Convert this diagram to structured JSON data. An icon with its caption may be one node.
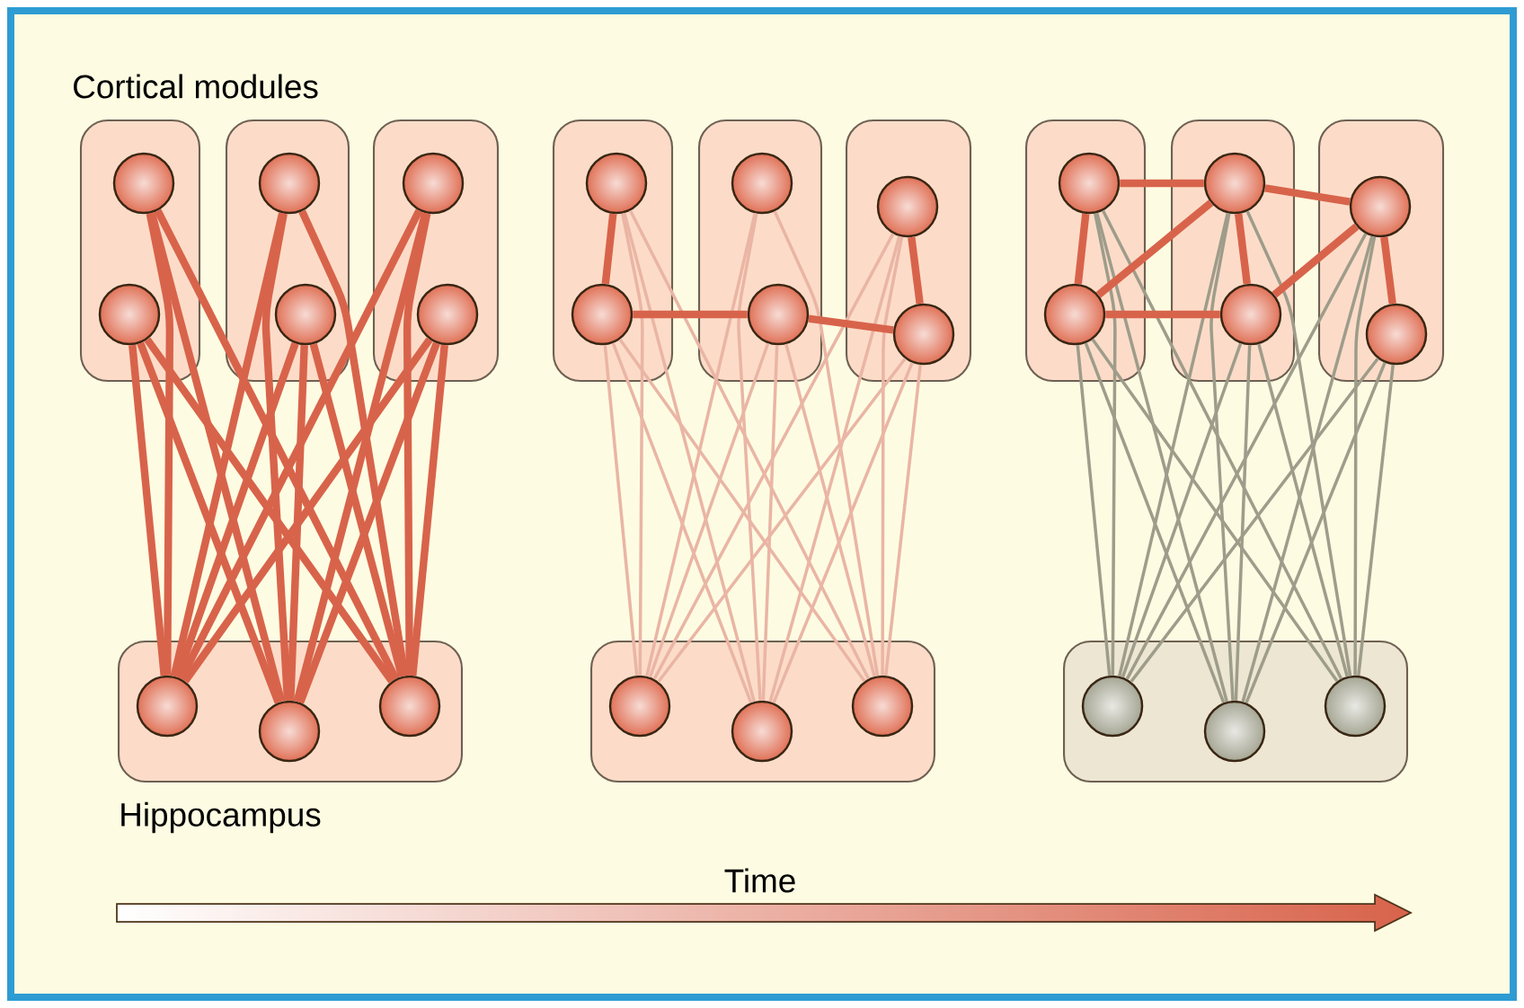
{
  "diagram": {
    "nodes": [
      {
        "text": [],
        "shape": "box"
      },
      {
        "text": [],
        "shape": "circle",
        "in": 0
      },
      {
        "text": [],
        "shape": "circle",
        "in": 0
      },
      {
        "text": [],
        "shape": "box"
      },
      {
        "text": [],
        "shape": "circle",
        "in": 3
      },
      {
        "text": [],
        "shape": "circle",
        "in": 3
      },
      {
        "text": [],
        "shape": "box"
      },
      {
        "text": [],
        "shape": "circle",
        "in": 6
      },
      {
        "text": [],
        "shape": "circle",
        "in": 6
      },
      {
        "text": [],
        "shape": "box"
      },
      {
        "text": [],
        "shape": "circle",
        "in": 9
      },
      {
        "text": [],
        "shape": "circle",
        "in": 9
      },
      {
        "text": [],
        "shape": "circle",
        "in": 9
      },
      {
        "text": [],
        "shape": "box"
      },
      {
        "text": [],
        "shape": "circle",
        "in": 13
      },
      {
        "text": [],
        "shape": "circle",
        "in": 13
      },
      {
        "text": [],
        "shape": "box"
      },
      {
        "text": [],
        "shape": "circle",
        "in": 16
      },
      {
        "text": [],
        "shape": "circle",
        "in": 16
      },
      {
        "text": [],
        "shape": "box"
      },
      {
        "text": [],
        "shape": "circle",
        "in": 19
      },
      {
        "text": [],
        "shape": "circle",
        "in": 19
      },
      {
        "text": [],
        "shape": "box"
      },
      {
        "text": [],
        "shape": "circle",
        "in": 22
      },
      {
        "text": [],
        "shape": "circle",
        "in": 22
      },
      {
        "text": [],
        "shape": "circle",
        "in": 22
      },
      {
        "text": [],
        "shape": "box"
      },
      {
        "text": [],
        "shape": "circle",
        "in": 26
      },
      {
        "text": [],
        "shape": "circle",
        "in": 26
      },
      {
        "text": [],
        "shape": "box"
      },
      {
        "text": [],
        "shape": "circle",
        "in": 29
      },
      {
        "text": [],
        "shape": "circle",
        "in": 29
      },
      {
        "text": [],
        "shape": "box"
      },
      {
        "text": [],
        "shape": "circle",
        "in": 32
      },
      {
        "text": [],
        "shape": "circle",
        "in": 32
      },
      {
        "text": [],
        "shape": "box"
      },
      {
        "text": [],
        "shape": "circle",
        "in": 35
      },
      {
        "text": [],
        "shape": "circle",
        "in": 35
      },
      {
        "text": [],
        "shape": "circle",
        "in": 35
      }
    ],
    "edges": [
      {
        "from": 1,
        "to": 10,
        "arrow": "none",
        "style": "thick"
      },
      {
        "from": 1,
        "to": 11,
        "arrow": "none",
        "style": "thick"
      },
      {
        "from": 1,
        "to": 12,
        "arrow": "none",
        "style": "thick"
      },
      {
        "from": 2,
        "to": 10,
        "arrow": "none",
        "style": "thick"
      },
      {
        "from": 2,
        "to": 11,
        "arrow": "none",
        "style": "thick"
      },
      {
        "from": 2,
        "to": 12,
        "arrow": "none",
        "style": "thick"
      },
      {
        "from": 4,
        "to": 10,
        "arrow": "none",
        "style": "thick"
      },
      {
        "from": 4,
        "to": 11,
        "arrow": "none",
        "style": "thick"
      },
      {
        "from": 4,
        "to": 12,
        "arrow": "none",
        "style": "thick"
      },
      {
        "from": 5,
        "to": 10,
        "arrow": "none",
        "style": "thick"
      },
      {
        "from": 5,
        "to": 11,
        "arrow": "none",
        "style": "thick"
      },
      {
        "from": 5,
        "to": 12,
        "arrow": "none",
        "style": "thick"
      },
      {
        "from": 7,
        "to": 10,
        "arrow": "none",
        "style": "thick"
      },
      {
        "from": 7,
        "to": 11,
        "arrow": "none",
        "style": "thick"
      },
      {
        "from": 7,
        "to": 12,
        "arrow": "none",
        "style": "thick"
      },
      {
        "from": 8,
        "to": 10,
        "arrow": "none",
        "style": "thick"
      },
      {
        "from": 8,
        "to": 11,
        "arrow": "none",
        "style": "thick"
      },
      {
        "from": 8,
        "to": 12,
        "arrow": "none",
        "style": "thick"
      },
      {
        "from": 14,
        "to": 23,
        "arrow": "none",
        "color": "#eab5a5"
      },
      {
        "from": 14,
        "to": 24,
        "arrow": "none",
        "color": "#eab5a5"
      },
      {
        "from": 14,
        "to": 25,
        "arrow": "none",
        "color": "#eab5a5"
      },
      {
        "from": 15,
        "to": 23,
        "arrow": "none",
        "color": "#eab5a5"
      },
      {
        "from": 15,
        "to": 24,
        "arrow": "none",
        "color": "#eab5a5"
      },
      {
        "from": 15,
        "to": 25,
        "arrow": "none",
        "color": "#eab5a5"
      },
      {
        "from": 17,
        "to": 23,
        "arrow": "none",
        "color": "#eab5a5"
      },
      {
        "from": 17,
        "to": 24,
        "arrow": "none",
        "color": "#eab5a5"
      },
      {
        "from": 17,
        "to": 25,
        "arrow": "none",
        "color": "#eab5a5"
      },
      {
        "from": 18,
        "to": 23,
        "arrow": "none",
        "color": "#eab5a5"
      },
      {
        "from": 18,
        "to": 24,
        "arrow": "none",
        "color": "#eab5a5"
      },
      {
        "from": 18,
        "to": 25,
        "arrow": "none",
        "color": "#eab5a5"
      },
      {
        "from": 20,
        "to": 23,
        "arrow": "none",
        "color": "#eab5a5"
      },
      {
        "from": 20,
        "to": 24,
        "arrow": "none",
        "color": "#eab5a5"
      },
      {
        "from": 20,
        "to": 25,
        "arrow": "none",
        "color": "#eab5a5"
      },
      {
        "from": 21,
        "to": 23,
        "arrow": "none",
        "color": "#eab5a5"
      },
      {
        "from": 21,
        "to": 24,
        "arrow": "none",
        "color": "#eab5a5"
      },
      {
        "from": 21,
        "to": 25,
        "arrow": "none",
        "color": "#eab5a5"
      },
      {
        "from": 14,
        "to": 15,
        "arrow": "none",
        "style": "thick"
      },
      {
        "from": 15,
        "to": 18,
        "arrow": "none",
        "style": "thick"
      },
      {
        "from": 18,
        "to": 21,
        "arrow": "none",
        "style": "thick"
      },
      {
        "from": 20,
        "to": 21,
        "arrow": "none",
        "style": "thick"
      },
      {
        "from": 27,
        "to": 36,
        "arrow": "none",
        "color": "#9e9c8a"
      },
      {
        "from": 27,
        "to": 37,
        "arrow": "none",
        "color": "#9e9c8a"
      },
      {
        "from": 27,
        "to": 38,
        "arrow": "none",
        "color": "#9e9c8a"
      },
      {
        "from": 28,
        "to": 36,
        "arrow": "none",
        "color": "#9e9c8a"
      },
      {
        "from": 28,
        "to": 37,
        "arrow": "none",
        "color": "#9e9c8a"
      },
      {
        "from": 28,
        "to": 38,
        "arrow": "none",
        "color": "#9e9c8a"
      },
      {
        "from": 30,
        "to": 36,
        "arrow": "none",
        "color": "#9e9c8a"
      },
      {
        "from": 30,
        "to": 37,
        "arrow": "none",
        "color": "#9e9c8a"
      },
      {
        "from": 30,
        "to": 38,
        "arrow": "none",
        "color": "#9e9c8a"
      },
      {
        "from": 31,
        "to": 36,
        "arrow": "none",
        "color": "#9e9c8a"
      },
      {
        "from": 31,
        "to": 37,
        "arrow": "none",
        "color": "#9e9c8a"
      },
      {
        "from": 31,
        "to": 38,
        "arrow": "none",
        "color": "#9e9c8a"
      },
      {
        "from": 33,
        "to": 36,
        "arrow": "none",
        "color": "#9e9c8a"
      },
      {
        "from": 33,
        "to": 37,
        "arrow": "none",
        "color": "#9e9c8a"
      },
      {
        "from": 33,
        "to": 38,
        "arrow": "none",
        "color": "#9e9c8a"
      },
      {
        "from": 34,
        "to": 36,
        "arrow": "none",
        "color": "#9e9c8a"
      },
      {
        "from": 34,
        "to": 37,
        "arrow": "none",
        "color": "#9e9c8a"
      },
      {
        "from": 34,
        "to": 38,
        "arrow": "none",
        "color": "#9e9c8a"
      },
      {
        "from": 27,
        "to": 28,
        "arrow": "none",
        "style": "thick"
      },
      {
        "from": 27,
        "to": 30,
        "arrow": "none",
        "style": "thick"
      },
      {
        "from": 28,
        "to": 30,
        "arrow": "none",
        "style": "thick"
      },
      {
        "from": 28,
        "to": 31,
        "arrow": "none",
        "style": "thick"
      },
      {
        "from": 30,
        "to": 31,
        "arrow": "none",
        "style": "thick"
      },
      {
        "from": 30,
        "to": 33,
        "arrow": "none",
        "style": "thick"
      },
      {
        "from": 31,
        "to": 33,
        "arrow": "none",
        "style": "thick"
      },
      {
        "from": 33,
        "to": 34,
        "arrow": "none",
        "style": "thick"
      }
    ],
    "labels": [
      "Cortical modules",
      "Hippocampus",
      "Time"
    ]
  }
}
